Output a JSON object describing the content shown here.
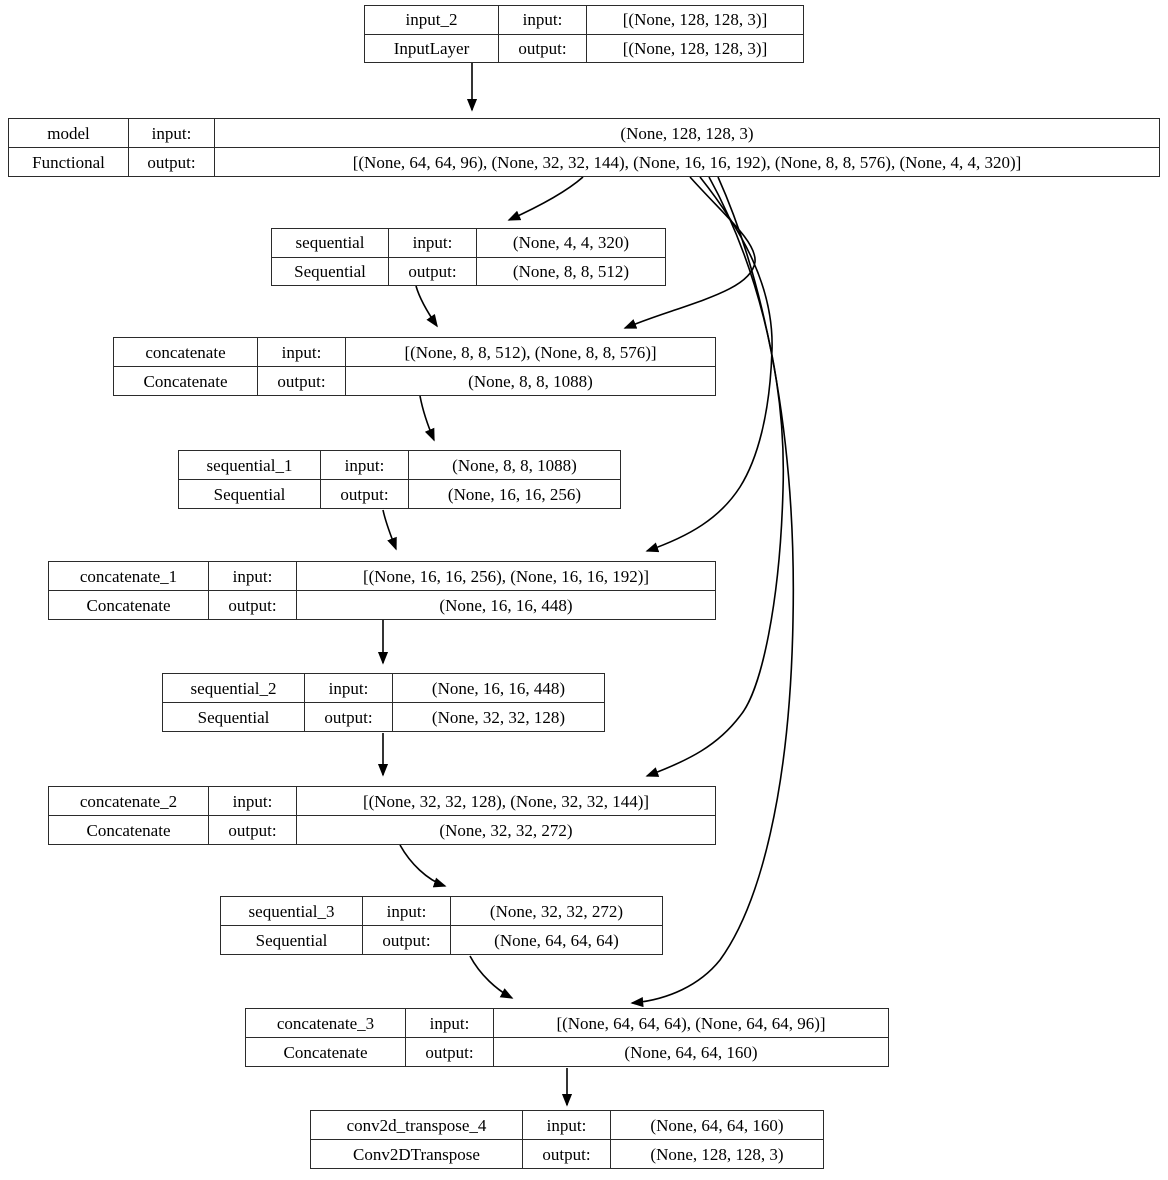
{
  "graph": {
    "title": "Keras model plot",
    "background_color": "#ffffff",
    "node_border_color": "#2b2b2b",
    "edge_color": "#000000",
    "row_keys": {
      "input": "input:",
      "output": "output:"
    },
    "nodes": [
      {
        "id": "input_2",
        "name": "input_2",
        "class_name": "InputLayer",
        "input_key": "input:",
        "output_key": "output:",
        "input_shape": "[(None, 128, 128, 3)]",
        "output_shape": "[(None, 128, 128, 3)]"
      },
      {
        "id": "model",
        "name": "model",
        "class_name": "Functional",
        "input_key": "input:",
        "output_key": "output:",
        "input_shape": "(None, 128, 128, 3)",
        "output_shape": "[(None, 64, 64, 96), (None, 32, 32, 144), (None, 16, 16, 192), (None, 8, 8, 576), (None, 4, 4, 320)]"
      },
      {
        "id": "sequential",
        "name": "sequential",
        "class_name": "Sequential",
        "input_key": "input:",
        "output_key": "output:",
        "input_shape": "(None, 4, 4, 320)",
        "output_shape": "(None, 8, 8, 512)"
      },
      {
        "id": "concatenate",
        "name": "concatenate",
        "class_name": "Concatenate",
        "input_key": "input:",
        "output_key": "output:",
        "input_shape": "[(None, 8, 8, 512), (None, 8, 8, 576)]",
        "output_shape": "(None, 8, 8, 1088)"
      },
      {
        "id": "sequential_1",
        "name": "sequential_1",
        "class_name": "Sequential",
        "input_key": "input:",
        "output_key": "output:",
        "input_shape": "(None, 8, 8, 1088)",
        "output_shape": "(None, 16, 16, 256)"
      },
      {
        "id": "concatenate_1",
        "name": "concatenate_1",
        "class_name": "Concatenate",
        "input_key": "input:",
        "output_key": "output:",
        "input_shape": "[(None, 16, 16, 256), (None, 16, 16, 192)]",
        "output_shape": "(None, 16, 16, 448)"
      },
      {
        "id": "sequential_2",
        "name": "sequential_2",
        "class_name": "Sequential",
        "input_key": "input:",
        "output_key": "output:",
        "input_shape": "(None, 16, 16, 448)",
        "output_shape": "(None, 32, 32, 128)"
      },
      {
        "id": "concatenate_2",
        "name": "concatenate_2",
        "class_name": "Concatenate",
        "input_key": "input:",
        "output_key": "output:",
        "input_shape": "[(None, 32, 32, 128), (None, 32, 32, 144)]",
        "output_shape": "(None, 32, 32, 272)"
      },
      {
        "id": "sequential_3",
        "name": "sequential_3",
        "class_name": "Sequential",
        "input_key": "input:",
        "output_key": "output:",
        "input_shape": "(None, 32, 32, 272)",
        "output_shape": "(None, 64, 64, 64)"
      },
      {
        "id": "concatenate_3",
        "name": "concatenate_3",
        "class_name": "Concatenate",
        "input_key": "input:",
        "output_key": "output:",
        "input_shape": "[(None, 64, 64, 64), (None, 64, 64, 96)]",
        "output_shape": "(None, 64, 64, 160)"
      },
      {
        "id": "conv2d_transpose_4",
        "name": "conv2d_transpose_4",
        "class_name": "Conv2DTranspose",
        "input_key": "input:",
        "output_key": "output:",
        "input_shape": "(None, 64, 64, 160)",
        "output_shape": "(None, 128, 128, 3)"
      }
    ],
    "edges": [
      {
        "from": "input_2",
        "to": "model",
        "kind": "straight"
      },
      {
        "from": "model",
        "to": "sequential",
        "kind": "straight"
      },
      {
        "from": "sequential",
        "to": "concatenate",
        "kind": "straight"
      },
      {
        "from": "model",
        "to": "concatenate",
        "kind": "skip"
      },
      {
        "from": "concatenate",
        "to": "sequential_1",
        "kind": "straight"
      },
      {
        "from": "sequential_1",
        "to": "concatenate_1",
        "kind": "straight"
      },
      {
        "from": "model",
        "to": "concatenate_1",
        "kind": "skip"
      },
      {
        "from": "concatenate_1",
        "to": "sequential_2",
        "kind": "straight"
      },
      {
        "from": "sequential_2",
        "to": "concatenate_2",
        "kind": "straight"
      },
      {
        "from": "model",
        "to": "concatenate_2",
        "kind": "skip"
      },
      {
        "from": "concatenate_2",
        "to": "sequential_3",
        "kind": "straight"
      },
      {
        "from": "sequential_3",
        "to": "concatenate_3",
        "kind": "straight"
      },
      {
        "from": "model",
        "to": "concatenate_3",
        "kind": "skip"
      },
      {
        "from": "concatenate_3",
        "to": "conv2d_transpose_4",
        "kind": "straight"
      }
    ]
  }
}
